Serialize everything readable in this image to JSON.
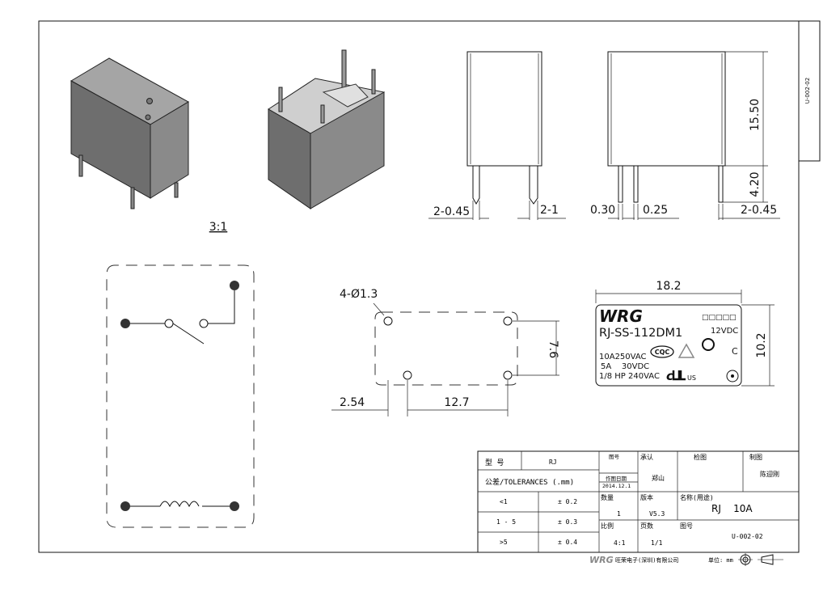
{
  "drawing_number_side": "U-002-02",
  "scale_label": "3:1",
  "side_view": {
    "pin_width_left": "2-0.45",
    "pin_width_right": "2-1"
  },
  "front_view": {
    "pin_offset_a": "0.30",
    "pin_offset_b": "0.25",
    "pin_width": "2-0.45",
    "body_height": "15.50",
    "pin_height": "4.20"
  },
  "footprint": {
    "hole_label": "4-Ø1.3",
    "dim_vertical": "7.6",
    "dim_left": "2.54",
    "dim_bottom": "12.7"
  },
  "label_view": {
    "width": "18.2",
    "height": "10.2",
    "brand": "WRG",
    "model": "RJ-SS-112DM1",
    "coil_voltage": "12VDC",
    "rating_1": "10A250VAC",
    "rating_2": "5A    30VDC",
    "rating_3": "1/8 HP 240VAC",
    "ccc_mark": "CQC",
    "ul_mark": "US",
    "c_mark": "C",
    "date_code": "□□□□□"
  },
  "title_block": {
    "model_label": "型 号",
    "model_value": "RJ",
    "tolerance_label": "公差/TOLERANCES (.mm)",
    "tol_rows": [
      {
        "range": "<1",
        "tol": "± 0.2"
      },
      {
        "range": "1 - 5",
        "tol": "± 0.3"
      },
      {
        "range": ">5",
        "tol": "± 0.4"
      }
    ],
    "drawing_no_label": "图号",
    "drawn_date_label": "作图日期",
    "drawn_date": "2014.12.1",
    "approve_label": "承认",
    "approver": "郑山",
    "check_label": "检图",
    "draw_label": "制图",
    "drafter": "陈迎刚",
    "qty_label": "数量",
    "qty": "1",
    "version_label": "版本",
    "version": "V5.3",
    "name_label": "名称(用途)",
    "name_value": "RJ    10A",
    "ratio_label": "比例",
    "ratio": "4:1",
    "pages_label": "页数",
    "pages": "1/1",
    "number_label": "图号",
    "number_value": "U-002-02",
    "company_logo": "WRG",
    "company": "旺荣电子(深圳)有限公司",
    "unit_label": "单位: mm"
  }
}
